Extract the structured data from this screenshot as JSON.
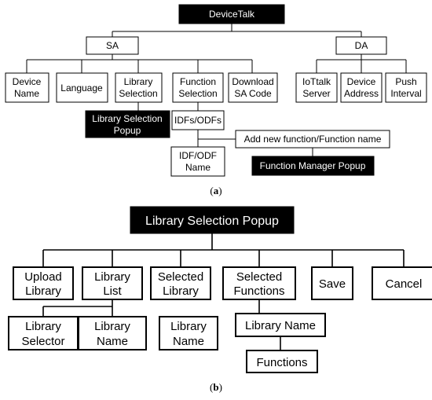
{
  "diagram_a": {
    "caption": {
      "open": "(",
      "letter": "a",
      "close": ")"
    },
    "nodes": {
      "devicetalk": "DeviceTalk",
      "sa": "SA",
      "da": "DA",
      "device_name": [
        "Device",
        "Name"
      ],
      "language": "Language",
      "library_selection": [
        "Library",
        "Selection"
      ],
      "function_selection": [
        "Function",
        "Selection"
      ],
      "download_sa_code": [
        "Download",
        "SA Code"
      ],
      "iottalk_server": [
        "IoTtalk",
        "Server"
      ],
      "device_address": [
        "Device",
        "Address"
      ],
      "push_interval": [
        "Push",
        "Interval"
      ],
      "library_selection_popup": [
        "Library Selection",
        "Popup"
      ],
      "idfs_odfs": "IDFs/ODFs",
      "idf_odf_name": [
        "IDF/ODF",
        "Name"
      ],
      "add_new_function": "Add new function/Function name",
      "function_manager_popup": "Function Manager Popup"
    }
  },
  "diagram_b": {
    "caption": {
      "open": "(",
      "letter": "b",
      "close": ")"
    },
    "nodes": {
      "library_selection_popup": "Library Selection Popup",
      "upload_library": [
        "Upload",
        "Library"
      ],
      "library_list": [
        "Library",
        "List"
      ],
      "selected_library": [
        "Selected",
        "Library"
      ],
      "selected_functions": [
        "Selected",
        "Functions"
      ],
      "save": "Save",
      "cancel": "Cancel",
      "library_selector": [
        "Library",
        "Selector"
      ],
      "library_name_1": [
        "Library",
        "Name"
      ],
      "library_name_2": [
        "Library",
        "Name"
      ],
      "library_name_3": "Library Name",
      "functions": "Functions"
    }
  },
  "colors": {
    "dark_box": "#000000",
    "dark_text": "#ffffff",
    "line": "#000000"
  }
}
